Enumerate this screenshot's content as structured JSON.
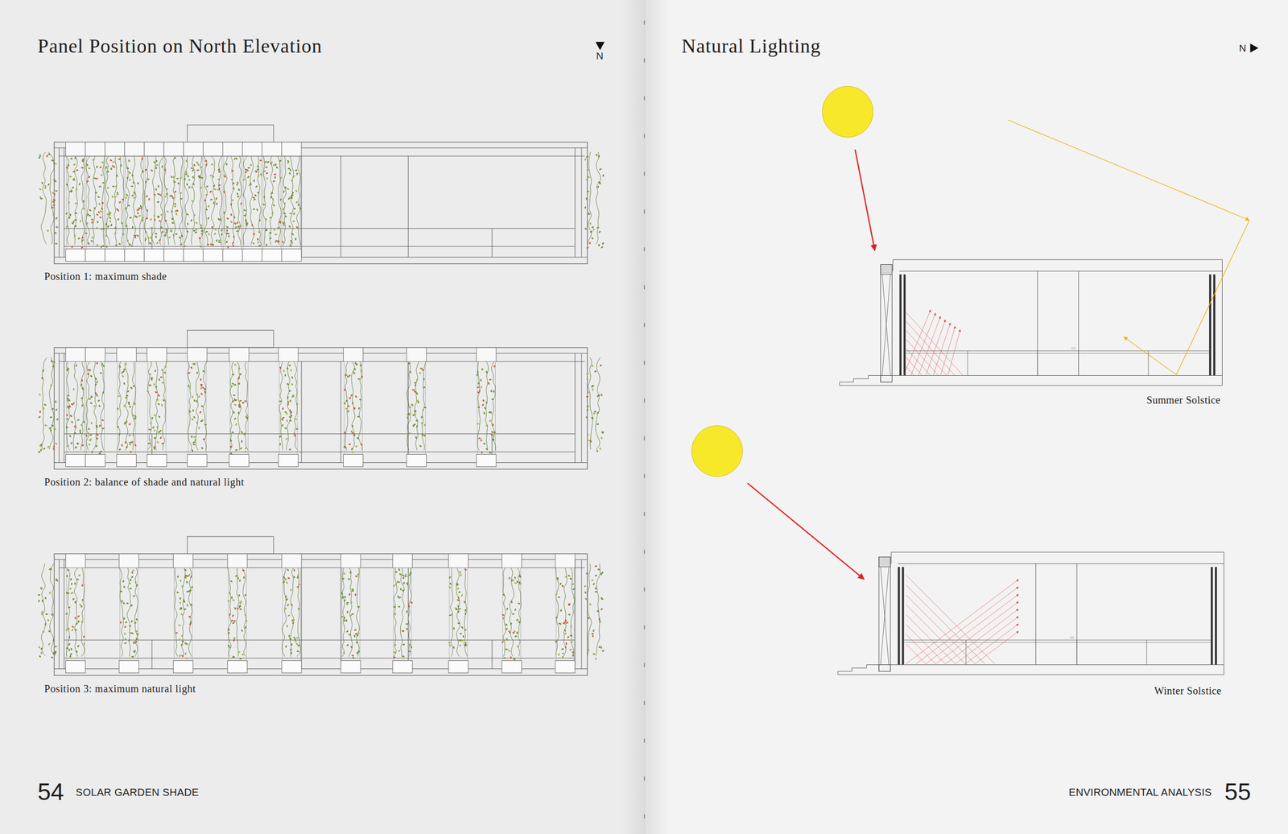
{
  "diagram": {
    "title": "Panel Position on North Elevation",
    "labels": [
      "N",
      "Position 1: maximum shade",
      "Position 2: balance of shade and natural light",
      "Position 3: maximum natural light",
      "54",
      "SOLAR GARDEN SHADE",
      "Natural Lighting",
      "N",
      "Summer Solstice",
      "Winter Solstice",
      "ENVIRONMENTAL ANALYSIS",
      "55"
    ]
  }
}
